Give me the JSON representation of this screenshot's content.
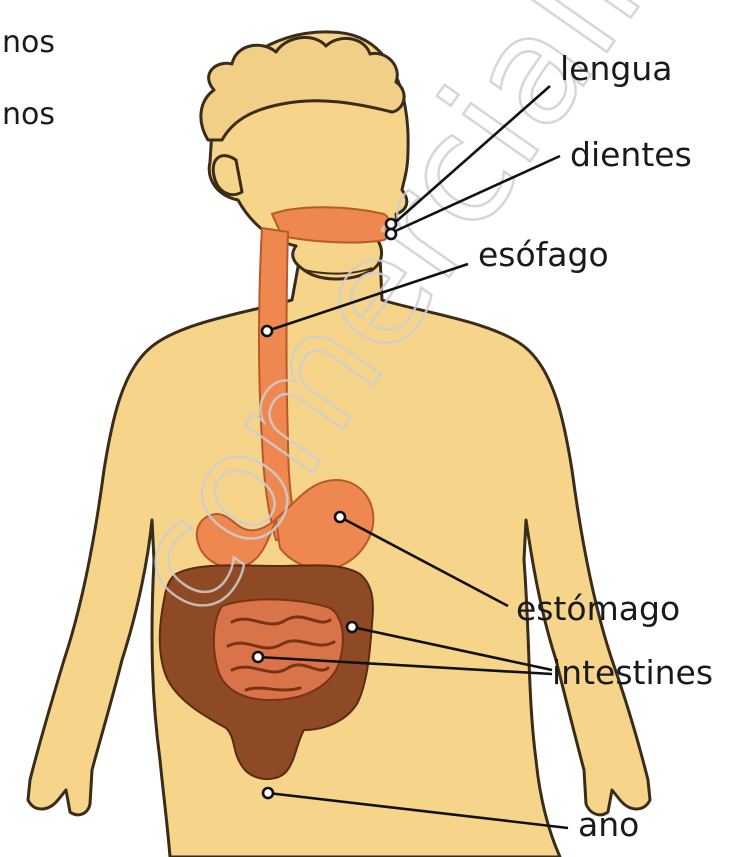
{
  "fragments": {
    "top_left_1": "nos",
    "top_left_2": "nos"
  },
  "watermark": "comercializao",
  "labels": {
    "tongue": "lengua",
    "teeth": "dientes",
    "esophagus": "esófago",
    "stomach": "estómago",
    "intestines": "intestines",
    "anus": "ano"
  },
  "colors": {
    "skin": "#f6d58b",
    "esophagus_stomach": "#ef8750",
    "large_intestine": "#8d4a24",
    "small_intestine": "#d9744a"
  }
}
